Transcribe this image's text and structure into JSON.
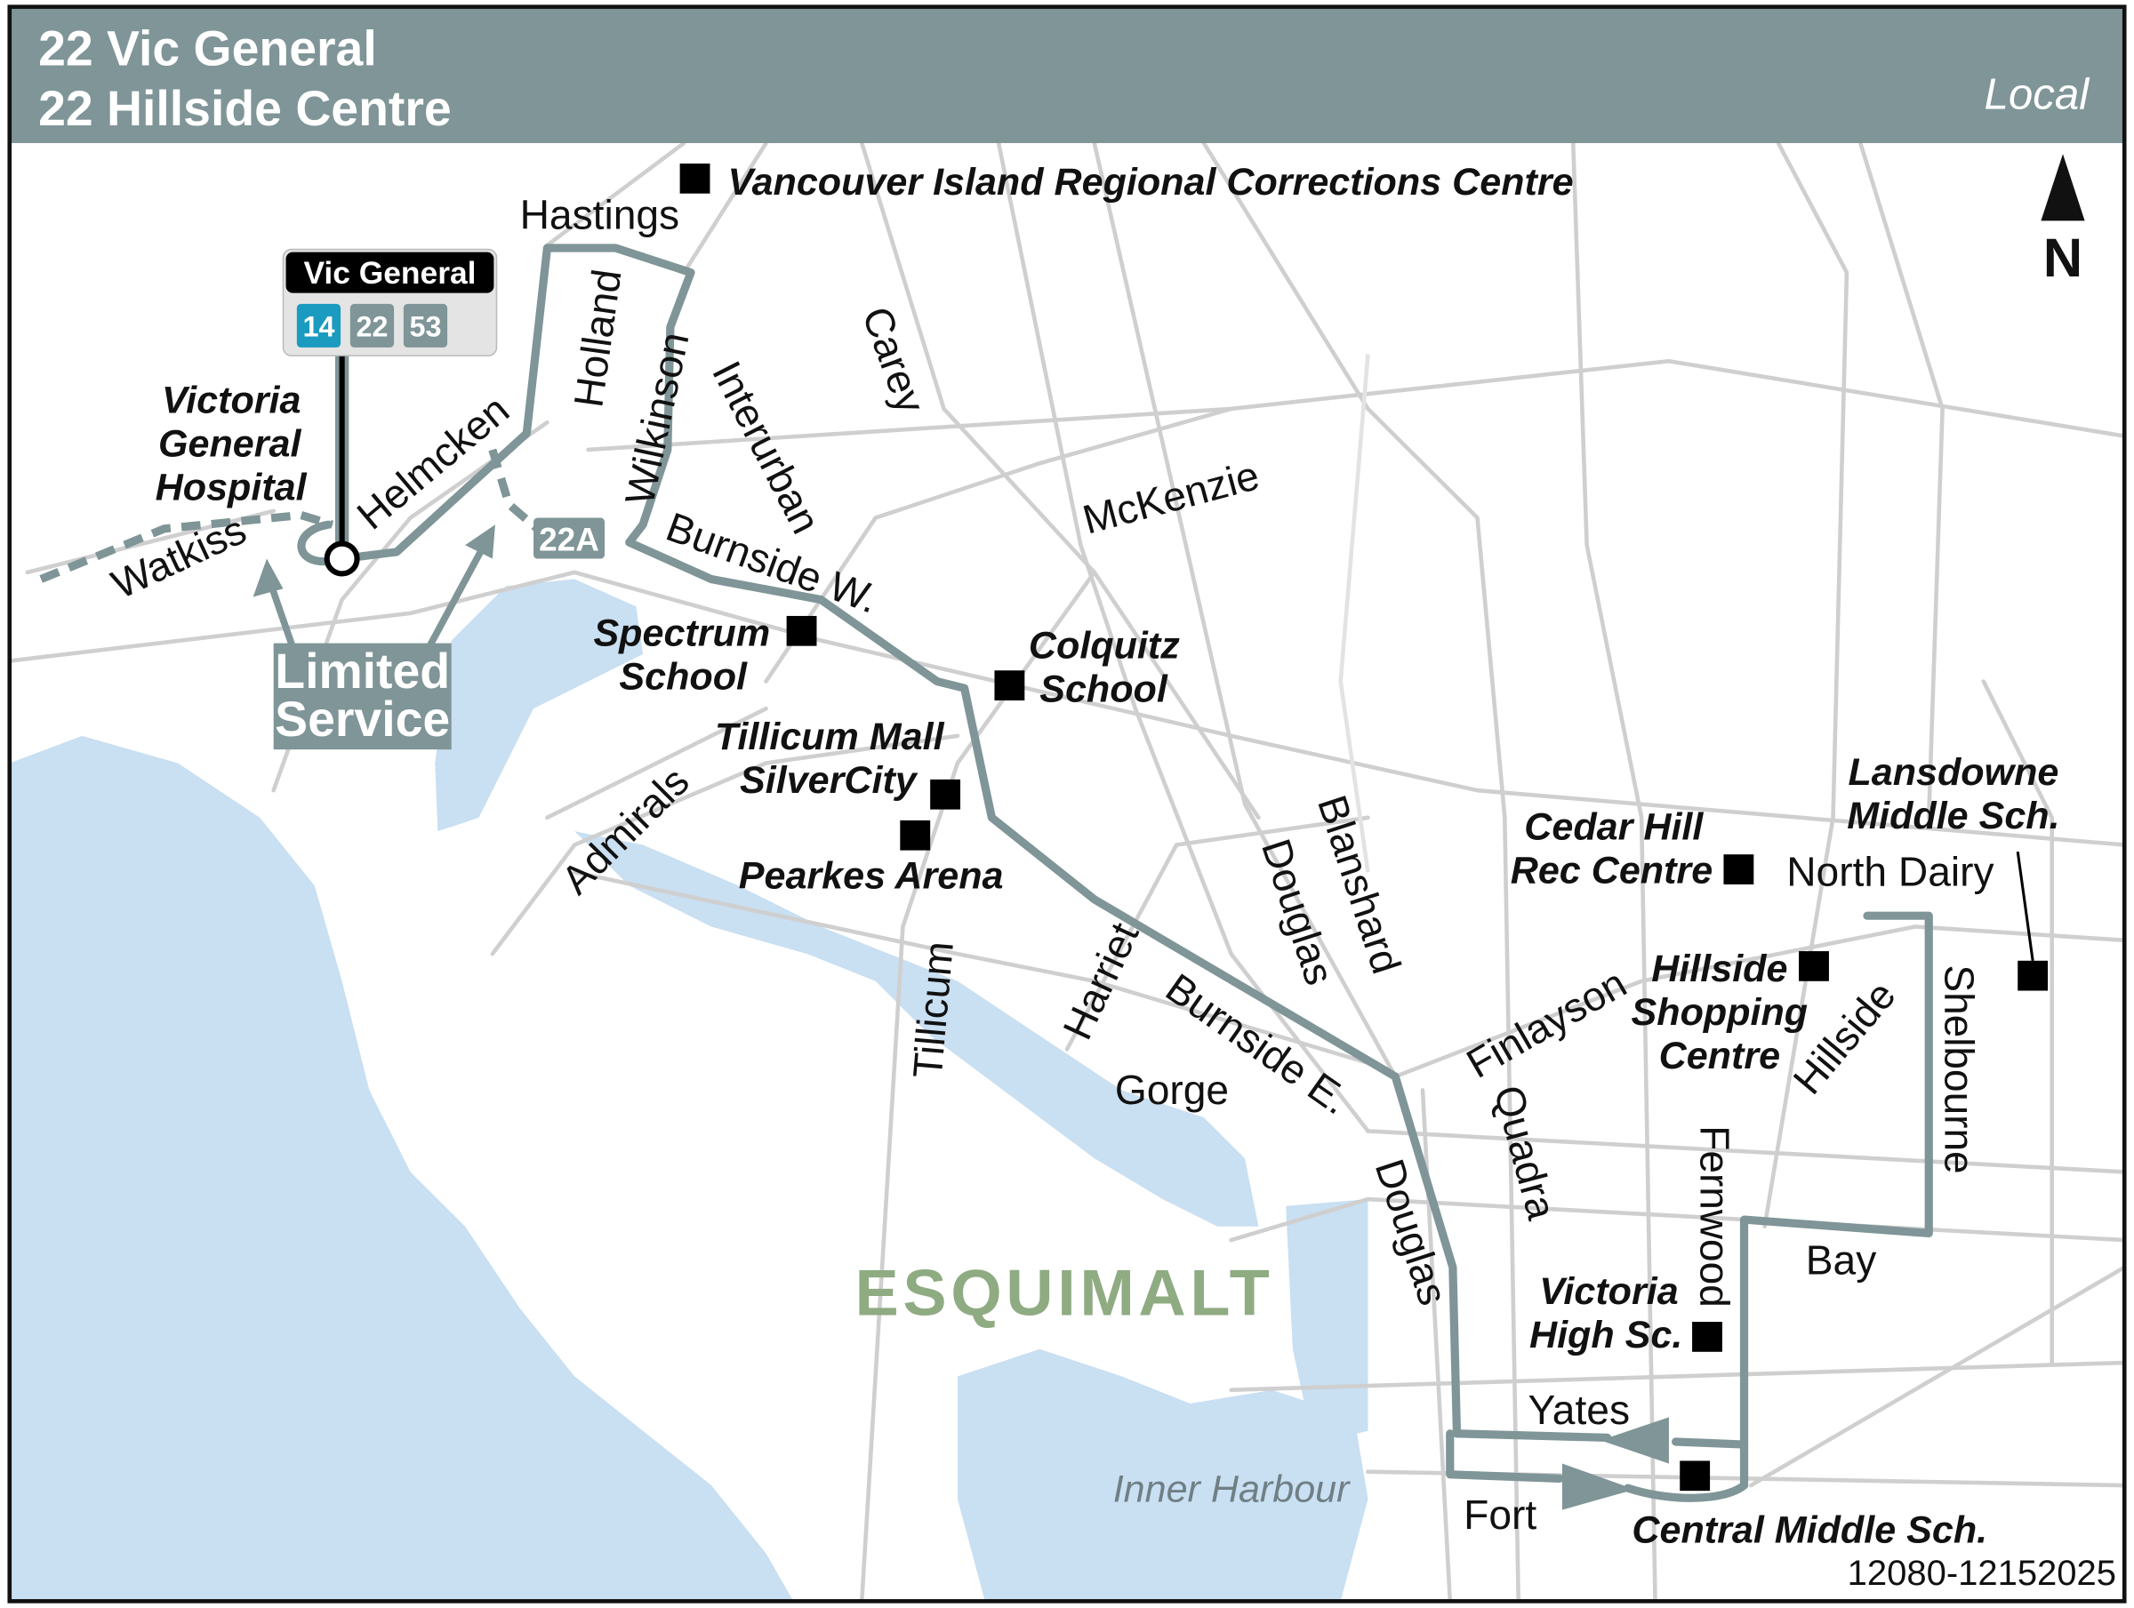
{
  "header": {
    "title_line1": "22 Vic General",
    "title_line2": "22 Hillside Centre",
    "service_type": "Local"
  },
  "colors": {
    "header_bg": "#7f9597",
    "route": "#7f9597",
    "water": "#c9dff2",
    "route_14": "#1b9bc0",
    "area_label": "#8fab82"
  },
  "north": "N",
  "stop": {
    "name": "Vic General",
    "routes": [
      "14",
      "22",
      "53"
    ]
  },
  "variant_label": "22A",
  "limited_service": {
    "line1": "Limited",
    "line2": "Service"
  },
  "streets": {
    "hastings": "Hastings",
    "holland": "Holland",
    "wilkinson": "Wilkinson",
    "interurban": "Interurban",
    "carey": "Carey",
    "mckenzie": "McKenzie",
    "helmcken": "Helmcken",
    "watkiss": "Watkiss",
    "burnside_w": "Burnside W.",
    "admirals": "Admirals",
    "tillicum": "Tillicum",
    "harriet": "Harriet",
    "burnside_e": "Burnside E.",
    "gorge": "Gorge",
    "douglas_n": "Douglas",
    "blanshard": "Blanshard",
    "douglas_s": "Douglas",
    "finlayson": "Finlayson",
    "quadra": "Quadra",
    "fernwood": "Fernwood",
    "hillside": "Hillside",
    "shelbourne": "Shelbourne",
    "north_dairy": "North Dairy",
    "bay": "Bay",
    "yates": "Yates",
    "fort": "Fort"
  },
  "landmarks": {
    "corrections": "Vancouver Island Regional Corrections Centre",
    "hospital": [
      "Victoria",
      "General",
      "Hospital"
    ],
    "spectrum": [
      "Spectrum",
      "School"
    ],
    "colquitz": [
      "Colquitz",
      "School"
    ],
    "tillicum_mall": [
      "Tillicum Mall",
      "SilverCity"
    ],
    "pearkes": "Pearkes Arena",
    "cedar_hill": [
      "Cedar Hill",
      "Rec Centre"
    ],
    "lansdowne": [
      "Lansdowne",
      "Middle Sch."
    ],
    "hillside_centre": [
      "Hillside",
      "Shopping",
      "Centre"
    ],
    "vic_high": [
      "Victoria",
      "High Sc."
    ],
    "central": "Central Middle Sch."
  },
  "areas": {
    "esquimalt": "ESQUIMALT",
    "inner_harbour": "Inner Harbour"
  },
  "map_code": "12080-12152025"
}
